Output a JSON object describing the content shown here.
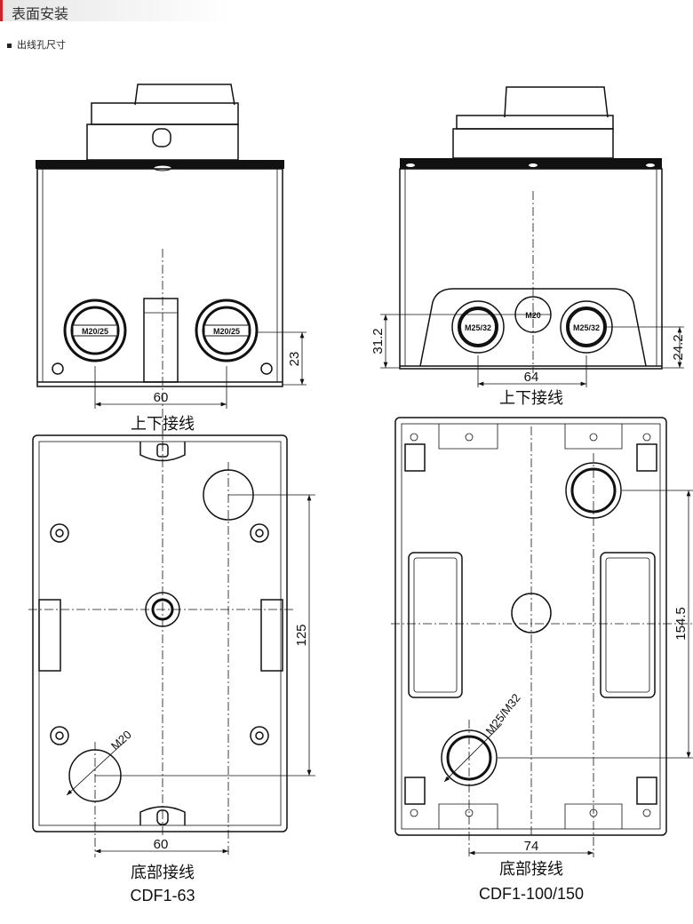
{
  "header": {
    "title": "表面安装",
    "accent": "#d0202a"
  },
  "section": {
    "label": "出线孔尺寸"
  },
  "left": {
    "top_view": {
      "gland_label": "M20/25",
      "dim_spacing": "60",
      "dim_height": "23",
      "caption": "上下接线"
    },
    "bottom_view": {
      "hole_label": "M20",
      "dim_vertical": "125",
      "dim_spacing": "60",
      "caption": "底部接线"
    },
    "model": "CDF1-63"
  },
  "right": {
    "top_view": {
      "gland_label": "M25/32",
      "center_label": "M20",
      "dim_left": "31.2",
      "dim_right": "24.2",
      "dim_spacing": "64",
      "caption": "上下接线"
    },
    "bottom_view": {
      "hole_label": "M25/M32",
      "dim_vertical": "154.5",
      "dim_spacing": "74",
      "caption": "底部接线"
    },
    "model": "CDF1-100/150"
  }
}
